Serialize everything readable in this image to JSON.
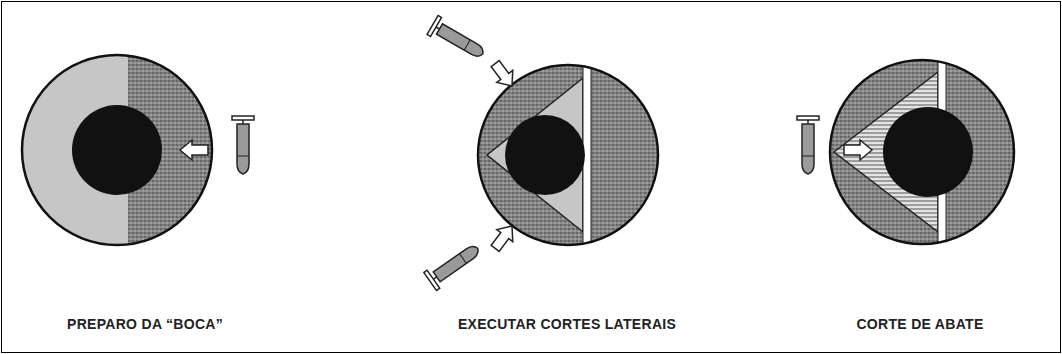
{
  "diagram": {
    "labels": [
      "PREPARO DA “BOCA”",
      "EXECUTAR CORTES LATERAIS",
      "CORTE DE ABATE"
    ]
  }
}
